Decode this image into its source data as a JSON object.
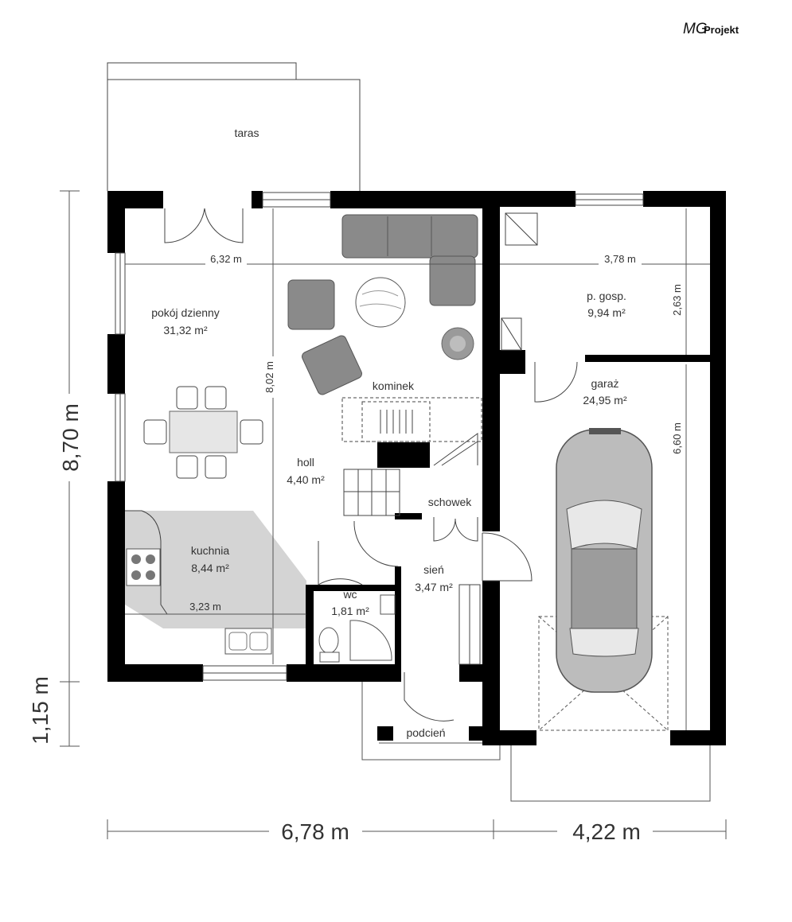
{
  "brand": {
    "mg": "MG",
    "projekt": "Projekt"
  },
  "rooms": {
    "taras": "taras",
    "living_name": "pokój dzienny",
    "living_area": "31,32 m²",
    "pgosp_name": "p. gosp.",
    "pgosp_area": "9,94 m²",
    "garaz_name": "garaż",
    "garaz_area": "24,95 m²",
    "kominek": "kominek",
    "holl_name": "holl",
    "holl_area": "4,40 m²",
    "schowek": "schowek",
    "kuchnia_name": "kuchnia",
    "kuchnia_area": "8,44 m²",
    "wc_name": "wc",
    "wc_area": "1,81 m²",
    "sien_name": "sień",
    "sien_area": "3,47 m²",
    "podcien": "podcień"
  },
  "dimensions": {
    "living_width": "6,32 m",
    "pgosp_width": "3,78 m",
    "pgosp_depth": "2,63 m",
    "hall_depth": "8,02 m",
    "garage_depth": "6,60 m",
    "kitchen_width": "3,23 m",
    "total_depth": "8,70 m",
    "porch_depth": "1,15 m",
    "house_width": "6,78 m",
    "garage_width": "4,22 m"
  },
  "colors": {
    "wall": "#000000",
    "furniture": "#8a8a8a",
    "kitchen_floor": "#d4d4d4"
  }
}
